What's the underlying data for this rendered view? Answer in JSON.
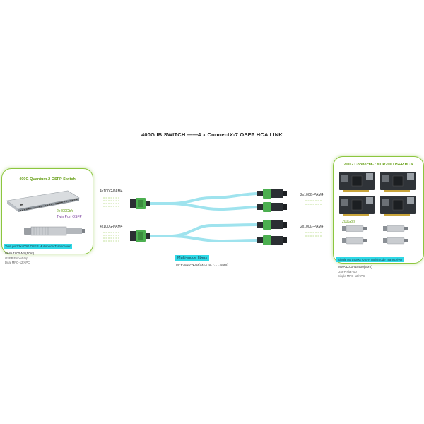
{
  "title": "400G IB SWITCH ——4 x ConnectX-7 OSFP HCA LINK",
  "left_panel": {
    "title": "400G Quantum-2 OSFP Switch",
    "port_speed": "2x400Gb/s",
    "port_type": "Twin Port OSFP",
    "transceiver_label": "Twin port 2x400G OSFP Multimode Transceiver",
    "part_number": "MMA4Z00-NS(50m)",
    "spec_1": "OSFP Finned-top",
    "spec_2": "Dual MPO-12/APC"
  },
  "right_panel": {
    "title": "200G ConnectX-7 NDR200 OSFP HCA",
    "port_speed": "200Gb/s",
    "transceiver_label": "Single port 400G OSFP Multimode Transceiver",
    "part_number": "MMA4Z00-NS400(50m)",
    "spec_1": "OSFP Flat-top",
    "spec_2": "Single MPO-12/APC"
  },
  "links": {
    "left_top": "4x100G-PAM4",
    "left_bottom": "4x100G-PAM4",
    "right_top": "2x100G-PAM4",
    "right_bottom": "2x100G-PAM4"
  },
  "cable": {
    "label": "Multi-mode fibers",
    "part_number": "MFP7E20-N0xx(xx=3 ,5 ,7……50m)"
  },
  "colors": {
    "accent_green": "#8cc63f",
    "fiber": "#9fe3ee",
    "cyan_label": "#2fd8e6",
    "connector_green": "#4caf50"
  }
}
